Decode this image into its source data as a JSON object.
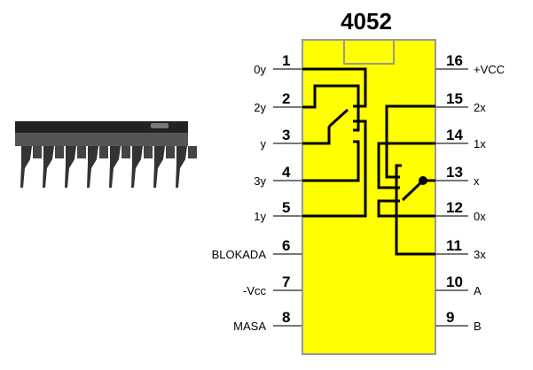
{
  "title": "4052",
  "colors": {
    "body": "#ffff00",
    "pin": "#777777",
    "wire": "#000000"
  },
  "left_pins": [
    {
      "number": "1",
      "label": "0y"
    },
    {
      "number": "2",
      "label": "2y"
    },
    {
      "number": "3",
      "label": "y"
    },
    {
      "number": "4",
      "label": "3y"
    },
    {
      "number": "5",
      "label": "1y"
    },
    {
      "number": "6",
      "label": "BLOKADA"
    },
    {
      "number": "7",
      "label": "-Vcc"
    },
    {
      "number": "8",
      "label": "MASA"
    }
  ],
  "right_pins": [
    {
      "number": "16",
      "label": "+VCC"
    },
    {
      "number": "15",
      "label": "2x"
    },
    {
      "number": "14",
      "label": "1x"
    },
    {
      "number": "13",
      "label": "x"
    },
    {
      "number": "12",
      "label": "0x"
    },
    {
      "number": "11",
      "label": "3x"
    },
    {
      "number": "10",
      "label": "A"
    },
    {
      "number": "9",
      "label": "B"
    }
  ]
}
